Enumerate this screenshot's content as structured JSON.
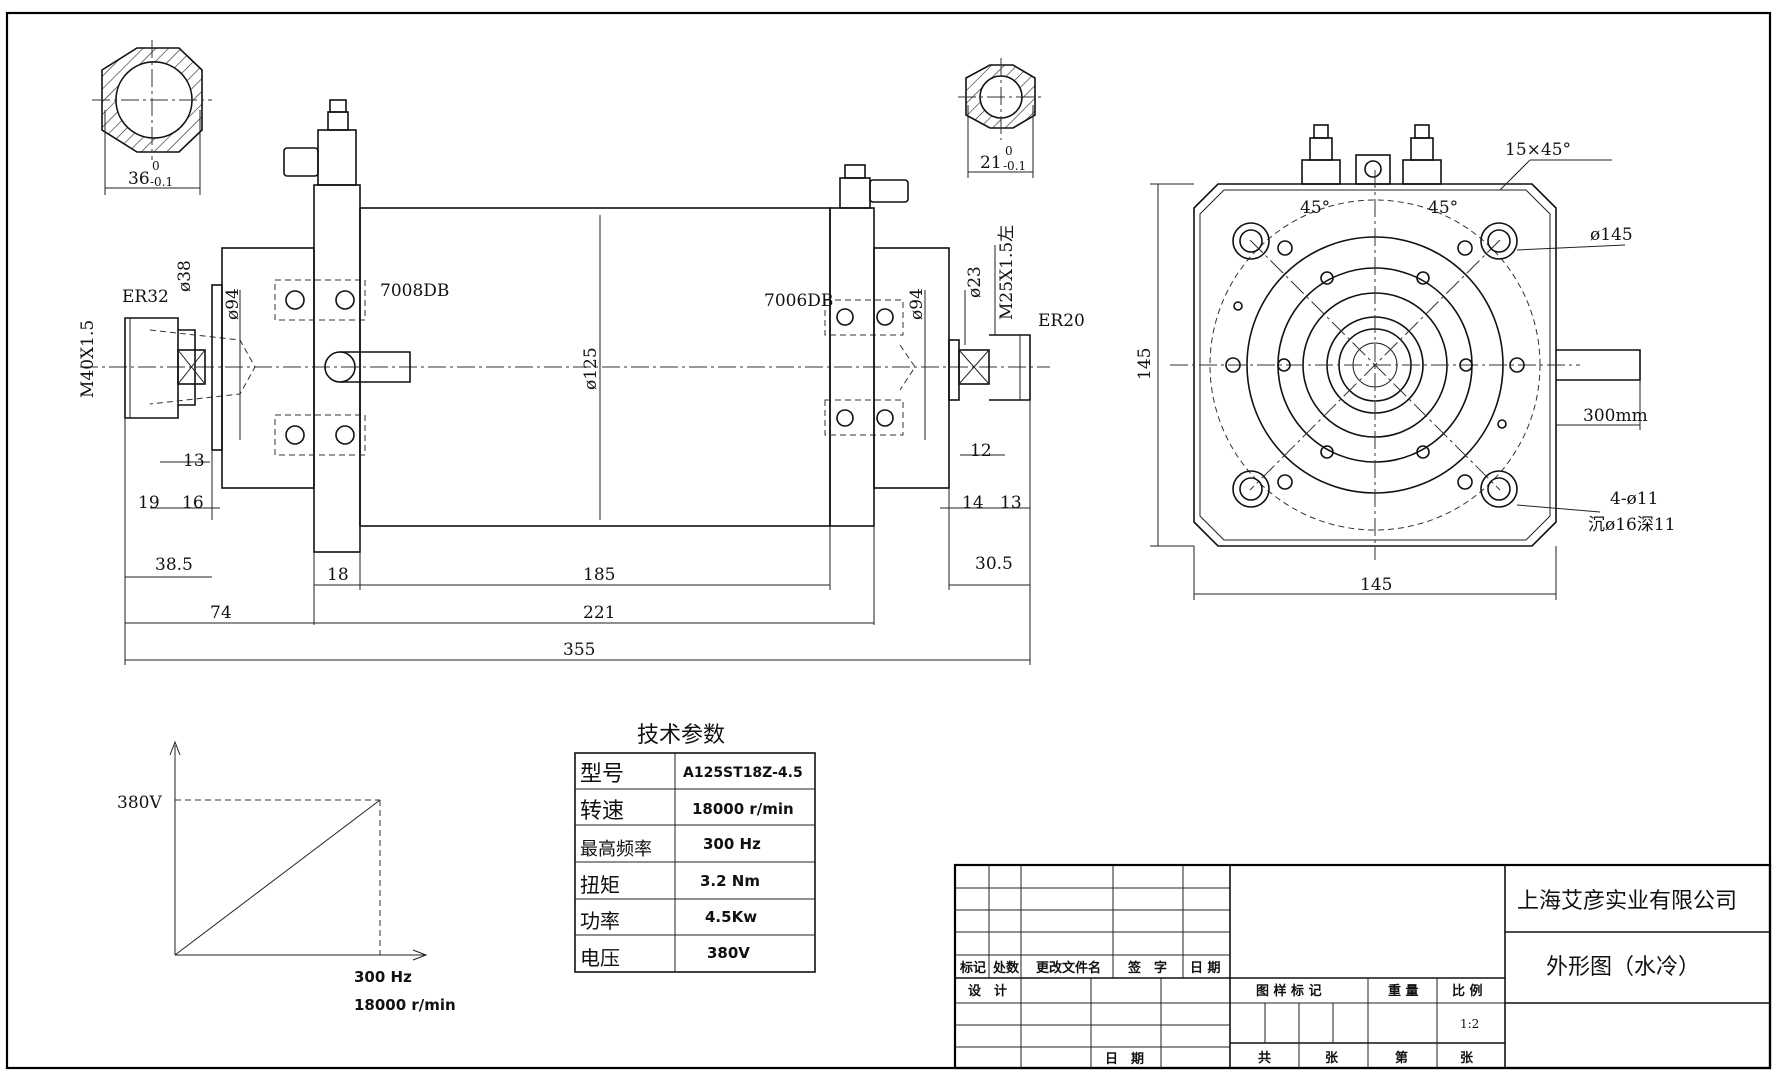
{
  "drawing": {
    "side_view": {
      "labels": {
        "collet_left": "ER32",
        "collet_right": "ER20",
        "bearing_front": "7008DB",
        "bearing_rear": "7006DB",
        "thread_left": "M40X1.5",
        "thread_right": "M25X1.5左"
      },
      "dims": {
        "d38": "ø38",
        "d94_left": "ø94",
        "d125": "ø125",
        "d94_right": "ø94",
        "d23": "ø23",
        "l13_left": "13",
        "l19": "19",
        "l16": "16",
        "l38_5": "38.5",
        "l18": "18",
        "l185": "185",
        "l30_5": "30.5",
        "l12": "12",
        "l14": "14",
        "l13_right": "13",
        "l74": "74",
        "l221": "221",
        "l355": "355"
      }
    },
    "section_left": {
      "dim": "36",
      "tol_upper": "0",
      "tol_lower": "-0.1"
    },
    "section_right": {
      "dim": "21",
      "tol_upper": "0",
      "tol_lower": "-0.1"
    },
    "end_view": {
      "chamfer": "15×45°",
      "angle_left": "45°",
      "angle_right": "45°",
      "pcd": "ø145",
      "height": "145",
      "width": "145",
      "cable": "300mm",
      "holes_line1": "4-ø11",
      "holes_line2": "沉ø16深11"
    }
  },
  "graph": {
    "y_label": "380V",
    "x_label_1": "300 Hz",
    "x_label_2": "18000 r/min"
  },
  "spec_table": {
    "title": "技术参数",
    "rows": [
      {
        "label": "型号",
        "value": "A125ST18Z-4.5"
      },
      {
        "label": "转速",
        "value": "18000 r/min"
      },
      {
        "label": "最高频率",
        "value": "300 Hz"
      },
      {
        "label": "扭矩",
        "value": "3.2 Nm"
      },
      {
        "label": "功率",
        "value": "4.5Kw"
      },
      {
        "label": "电压",
        "value": "380V"
      }
    ]
  },
  "title_block": {
    "company": "上海艾彦实业有限公司",
    "drawing_name": "外形图（水冷）",
    "h_mark": "标记",
    "h_count": "处数",
    "h_doc": "更改文件名",
    "h_sign": "签　字",
    "h_date": "日 期",
    "design": "设　计",
    "date": "日　期",
    "sample_mark": "图 样 标 记",
    "weight": "重 量",
    "scale_label": "比 例",
    "scale_value": "1:2",
    "total": "共",
    "sheets1": "张",
    "number": "第",
    "sheets2": "张"
  }
}
